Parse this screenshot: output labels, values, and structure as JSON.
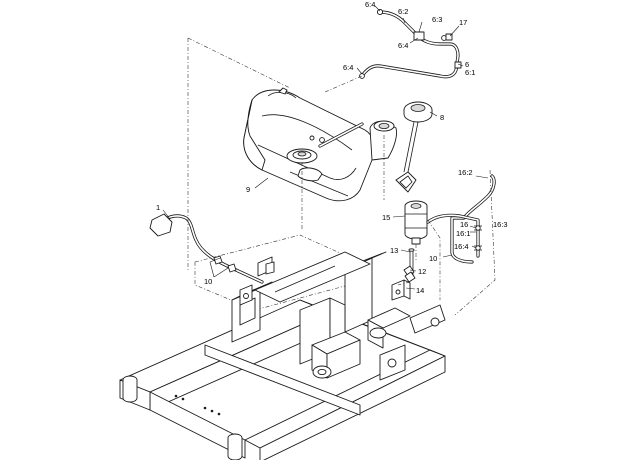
{
  "callouts": {
    "c1": "1",
    "c6_4_top": "6:4",
    "c6_2": "6:2",
    "c6_3": "6:3",
    "c6_4_mid": "6:4",
    "c17": "17",
    "c6": "6",
    "c6_1": "6:1",
    "c6_4_left": "6:4",
    "c8": "8",
    "c9": "9",
    "c16_2": "16:2",
    "c15": "15",
    "c16": "16",
    "c16_3": "16:3",
    "c16_1": "16:1",
    "c13": "13",
    "c16_4": "16:4",
    "c10_left": "10",
    "c10_right": "10",
    "c12": "12",
    "c14": "14"
  }
}
